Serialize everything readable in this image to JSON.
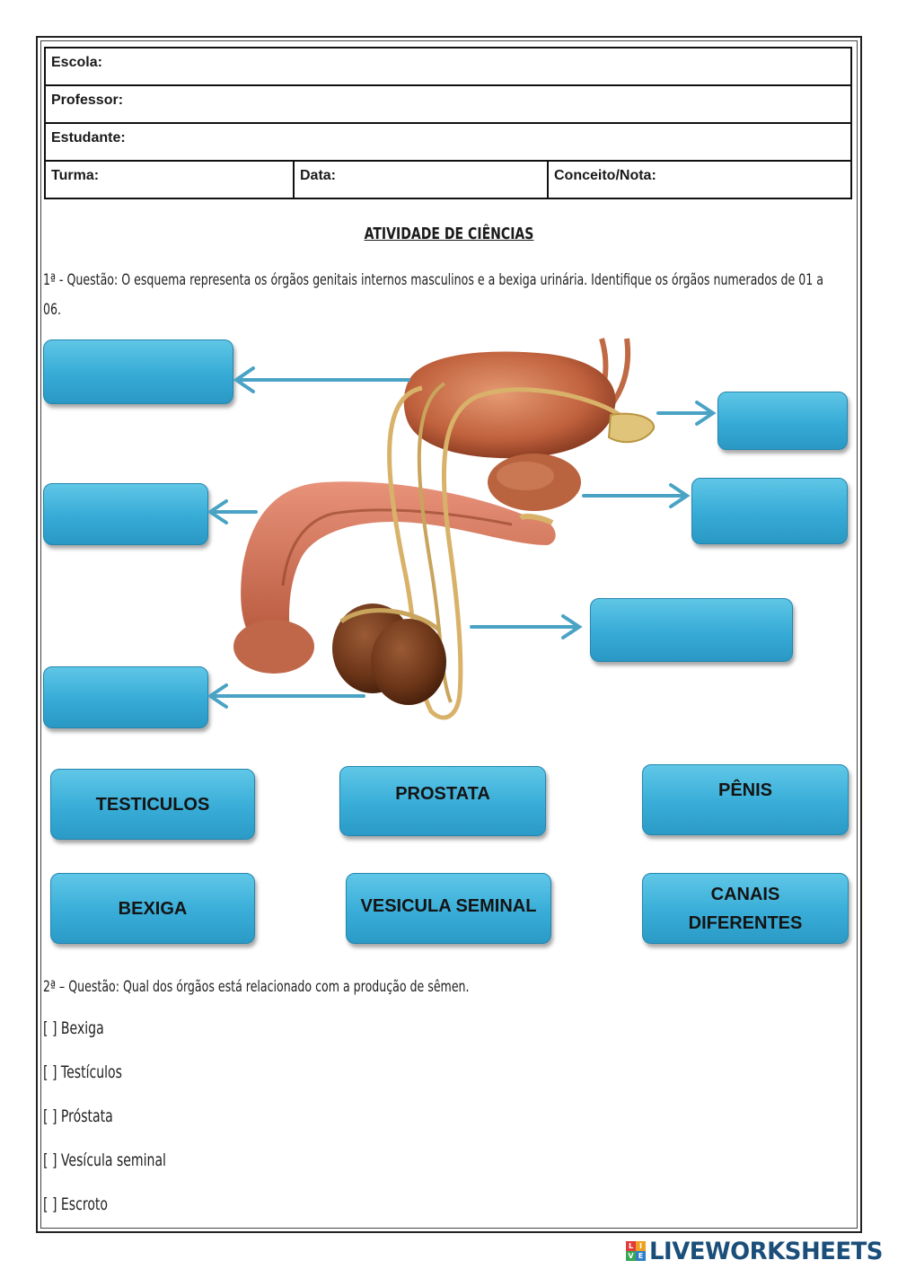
{
  "header": {
    "school_label": "Escola:",
    "teacher_label": "Professor:",
    "student_label": "Estudante:",
    "class_label": "Turma:",
    "date_label": "Data:",
    "grade_label": "Conceito/Nota:"
  },
  "title": "ATIVIDADE DE CIÊNCIAS",
  "question1": "1ª - Questão: O esquema representa os órgãos genitais internos masculinos e a bexiga urinária. Identifique os órgãos numerados de 01 a 06.",
  "word_bank": [
    "TESTICULOS",
    "PROSTATA",
    "PÊNIS",
    "BEXIGA",
    "VESICULA SEMINAL",
    "CANAIS DIFERENTES"
  ],
  "question2": "2ª – Questão:  Qual dos órgãos está relacionado com a produção de sêmen.",
  "options": [
    "[    ] Bexiga",
    "[    ] Testículos",
    "[    ] Próstata",
    "[    ] Vesícula seminal",
    "[    ] Escroto"
  ],
  "footer": {
    "brand": "LIVEWORKSHEETS",
    "logo_letters": [
      "L",
      "I",
      "V",
      "E"
    ],
    "brand_color": "#1b4f7a"
  },
  "colors": {
    "box_fill": "#36abd6",
    "arrow": "#4aa3c4",
    "anatomy_flesh": "#c66a47",
    "anatomy_duct": "#d9b26a"
  }
}
